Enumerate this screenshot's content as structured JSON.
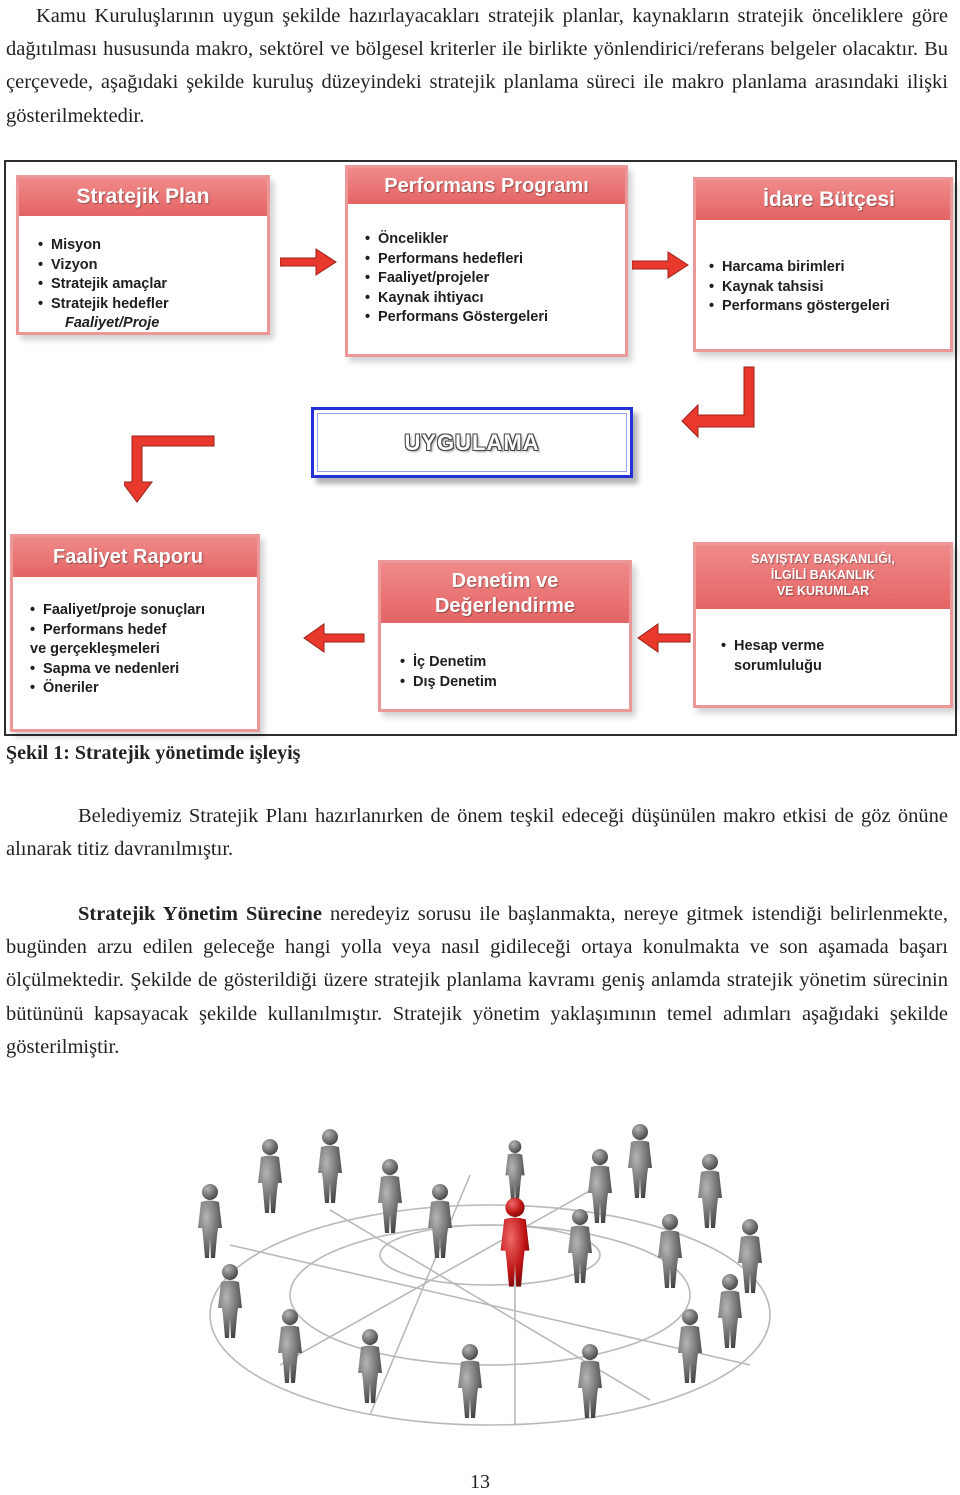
{
  "paragraph_1": "Kamu Kuruluşlarının uygun şekilde hazırlayacakları stratejik planlar, kaynakların stratejik önceliklere göre dağıtılması hususunda makro, sektörel ve bölgesel kriterler ile birlikte yönlendirici/referans belgeler olacaktır. Bu çerçevede, aşağıdaki şekilde kuruluş düzeyindeki stratejik planlama süreci ile makro planlama arasındaki ilişki gösterilmektedir.",
  "diagram": {
    "stratejik_plan": {
      "title": "Stratejik Plan",
      "items": [
        "Misyon",
        "Vizyon",
        "Stratejik amaçlar",
        "Stratejik hedefler"
      ],
      "sub_item": "Faaliyet/Proje"
    },
    "performans_programi": {
      "title": "Performans Programı",
      "items": [
        "Öncelikler",
        "Performans hedefleri",
        "Faaliyet/projeler",
        "Kaynak ihtiyacı",
        "Performans Göstergeleri"
      ]
    },
    "idare_butcesi": {
      "title": "İdare Bütçesi",
      "items": [
        "Harcama birimleri",
        "Kaynak tahsisi",
        "Performans göstergeleri"
      ]
    },
    "uygulama": "UYGULAMA",
    "faaliyet_raporu": {
      "title": "Faaliyet Raporu",
      "items": [
        "Faaliyet/proje sonuçları",
        "Performans hedef",
        "Sapma ve nedenleri",
        "Öneriler"
      ],
      "continuation": "ve gerçekleşmeleri"
    },
    "denetim": {
      "title_line1": "Denetim ve",
      "title_line2": "Değerlendirme",
      "items": [
        "İç Denetim",
        "Dış Denetim"
      ]
    },
    "sayistay": {
      "title_line1": "SAYIŞTAY BAŞKANLIĞI,",
      "title_line2": "İLGİLİ BAKANLIK",
      "title_line3": "VE KURUMLAR",
      "items": [
        "Hesap verme"
      ],
      "continuation": "sorumluluğu"
    },
    "colors": {
      "card_border": "#ec9898",
      "header": "#e46464",
      "arrow": "#e8392c",
      "uygulama_border": "#2430d8"
    }
  },
  "caption": "Şekil 1: Stratejik yönetimde işleyiş",
  "paragraph_2": "Belediyemiz Stratejik Planı hazırlanırken de önem teşkil edeceği düşünülen makro etkisi de göz önüne alınarak titiz davranılmıştır.",
  "paragraph_3_bold": "Stratejik Yönetim Sürecine",
  "paragraph_3_rest": " neredeyiz sorusu ile başlanmakta, nereye gitmek istendiği belirlenmekte, bugünden arzu edilen geleceğe hangi yolla veya nasıl gidileceği ortaya konulmakta ve son aşamada başarı ölçülmektedir. Şekilde de gösterildiği üzere stratejik planlama kavramı geniş anlamda stratejik yönetim sürecinin bütününü kapsayacak şekilde kullanılmıştır. Stratejik yönetim yaklaşımının temel adımları aşağıdaki şekilde gösterilmiştir.",
  "page_number": "13"
}
